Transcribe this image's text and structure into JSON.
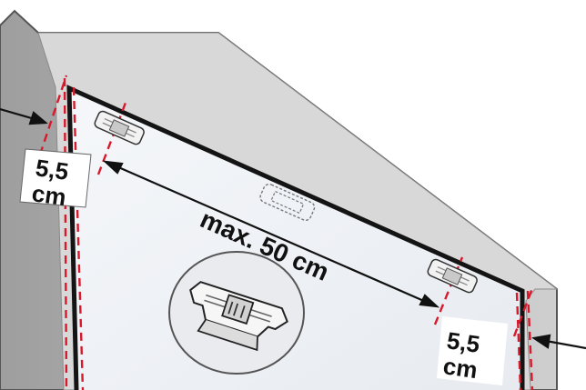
{
  "labels": {
    "left_value": "5,5",
    "left_unit": "cm",
    "right_value": "5,5",
    "right_unit": "cm",
    "span": "max. 50 cm"
  },
  "colors": {
    "frame_outer": "#b9b9b9",
    "frame_inner": "#d6d6d6",
    "glass": "#eef1f5",
    "rebate_line": "#141414",
    "guide_dash": "#d7192b",
    "arrow": "#111111"
  },
  "icons": {
    "left_bracket": "clip-bracket-icon",
    "right_bracket": "clip-bracket-icon",
    "center_marker": "dashed-bracket-outline-icon",
    "detail": "clip-detail-magnifier-icon"
  }
}
